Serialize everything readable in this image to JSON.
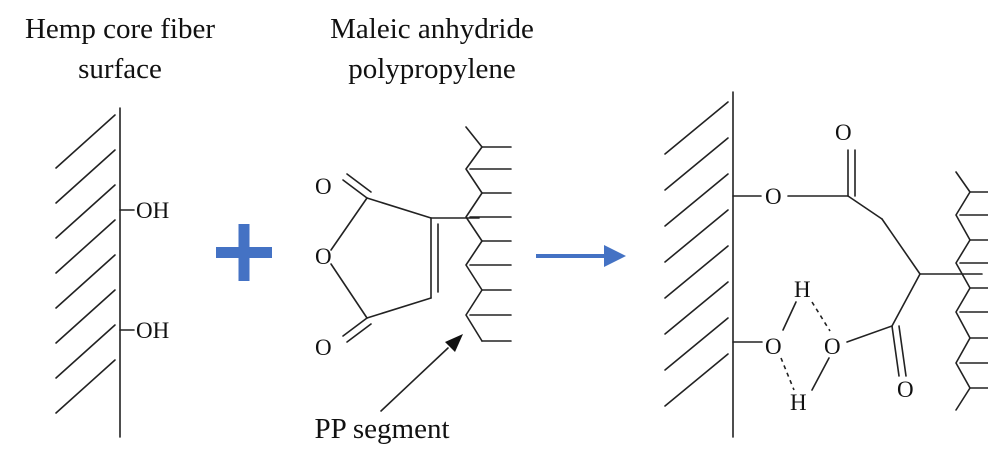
{
  "labels": {
    "hemp_line1": "Hemp core fiber",
    "hemp_line2": "surface",
    "mapp_line1": "Maleic anhydride",
    "mapp_line2": "polypropylene",
    "pp_segment": "PP segment"
  },
  "groups": {
    "oh": "OH",
    "o": "O",
    "h": "H"
  },
  "colors": {
    "accent": "#4472C4",
    "ink": "#222222"
  }
}
